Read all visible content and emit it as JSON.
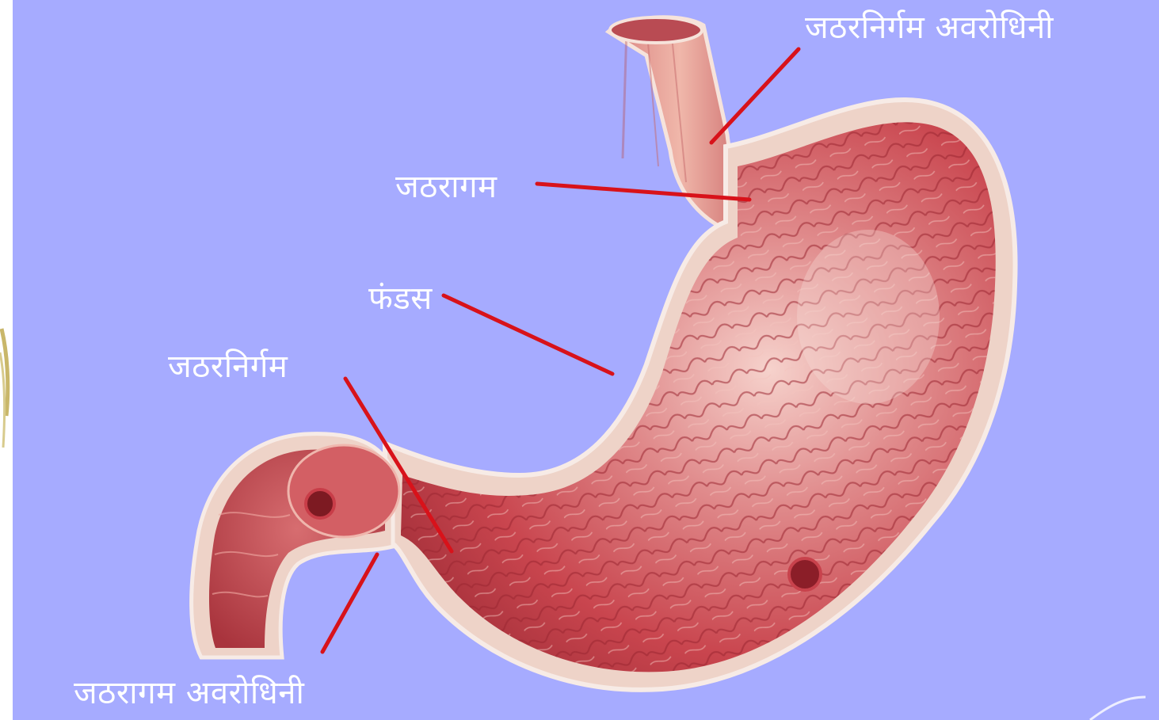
{
  "diagram": {
    "labels": {
      "pyloric_sphincter": "जठरनिर्गम अवरोधिनी",
      "cardia": "जठरागम",
      "fundus": "फंडस",
      "pylorus": "जठरनिर्गम",
      "cardiac_sphincter": "जठरागम अवरोधिनी"
    }
  },
  "colors": {
    "background": "#a6abff",
    "leader_line": "#d8121a",
    "label_text": "#ffffff",
    "tissue_dark": "#b4343f",
    "tissue_mid": "#d86a6e",
    "tissue_light": "#f2c9bd"
  }
}
